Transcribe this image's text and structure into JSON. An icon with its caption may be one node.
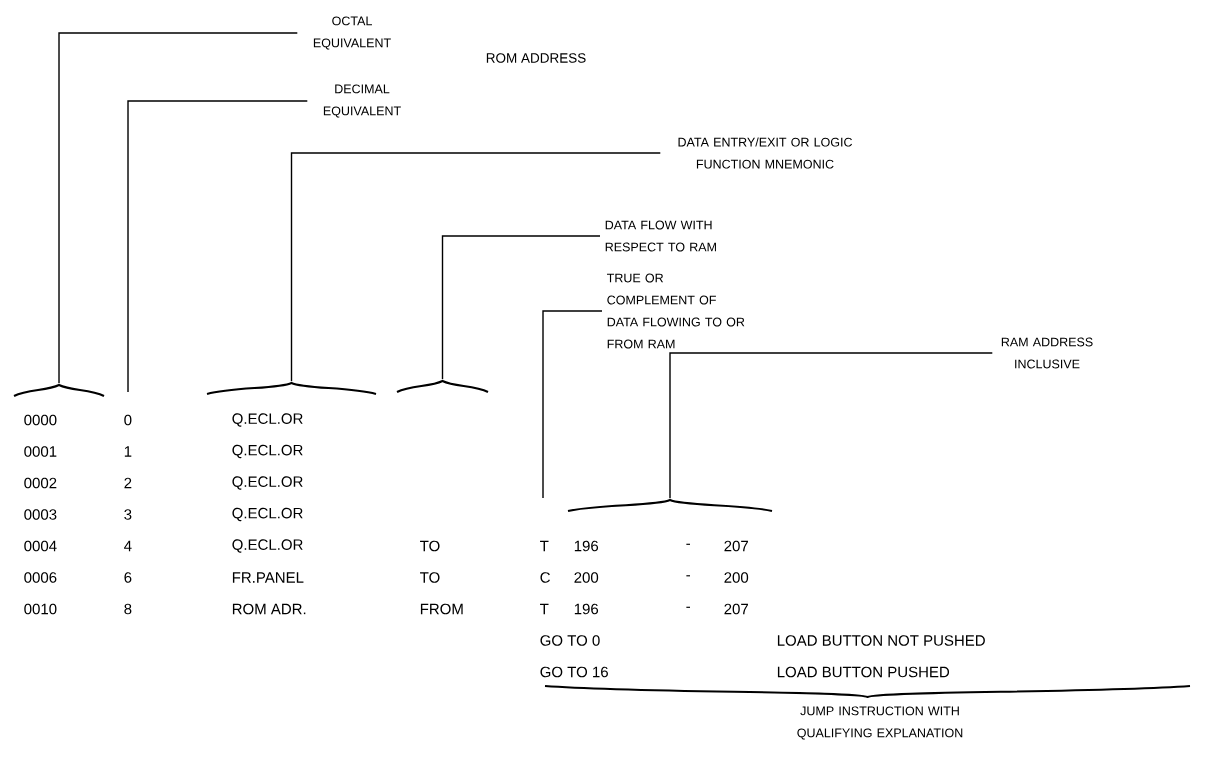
{
  "diagram": {
    "nodes": [
      {
        "text": [
          "OCTAL EQUIVALENT"
        ]
      },
      {
        "text": [
          "DECIMAL EQUIVALENT"
        ]
      },
      {
        "text": [
          "DATA ENTRY/EXIT OR LOGIC FUNCTION MNEMONIC"
        ]
      },
      {
        "text": [
          "DATA FLOW WITH RESPECT TO RAM"
        ]
      },
      {
        "text": [
          "TRUE OR COMPLEMENT OF DATA FLOWING TO OR FROM RAM"
        ]
      },
      {
        "text": [
          "RAM ADDRESS INCLUSIVE"
        ]
      },
      {
        "text": [],
        "shape": "brace"
      },
      {
        "text": [],
        "shape": "brace"
      },
      {
        "text": [],
        "shape": "brace"
      },
      {
        "text": [],
        "shape": "brace"
      }
    ],
    "edges": [
      {
        "from": 0,
        "to": 6,
        "arrow": "none"
      },
      {
        "from": 1,
        "to": null,
        "arrow": "none"
      },
      {
        "from": 2,
        "to": 7,
        "arrow": "none"
      },
      {
        "from": 3,
        "to": 8,
        "arrow": "none"
      },
      {
        "from": 4,
        "to": null,
        "arrow": "none"
      },
      {
        "from": 5,
        "to": 9,
        "arrow": "none"
      }
    ],
    "labels": [
      "ROM ADDRESS",
      "0000",
      "0",
      "Q.ECL.OR",
      "0001",
      "1",
      "Q.ECL.OR",
      "0002",
      "2",
      "Q.ECL.OR",
      "0003",
      "3",
      "Q.ECL.OR",
      "0004",
      "4",
      "Q.ECL.OR",
      "TO",
      "T",
      "196",
      "-",
      "207",
      "0006",
      "6",
      "FR.PANEL",
      "TO",
      "C",
      "200",
      "-",
      "200",
      "0010",
      "8",
      "ROM ADR.",
      "FROM",
      "T",
      "196",
      "-",
      "207",
      "GO TO 0",
      "LOAD BUTTON NOT PUSHED",
      "GO TO 16",
      "LOAD BUTTON PUSHED",
      "JUMP INSTRUCTION WITH QUALIFYING EXPLANATION"
    ]
  }
}
